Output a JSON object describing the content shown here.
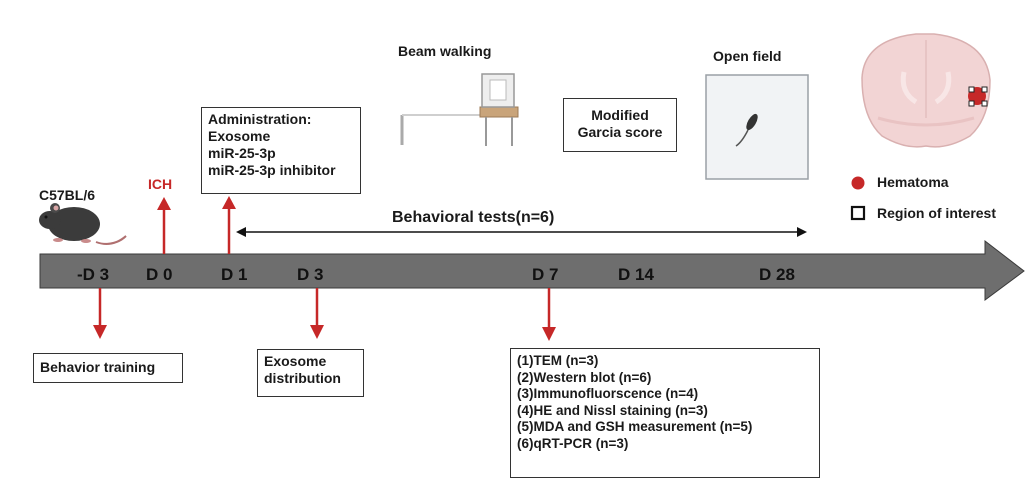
{
  "mouse_label": "C57BL/6",
  "ich_label": "ICH",
  "administration": {
    "title": "Administration:",
    "items": [
      "Exosome",
      "miR-25-3p",
      "miR-25-3p inhibitor"
    ]
  },
  "behavioral_tests_label": "Behavioral tests(n=6)",
  "beam_walking_label": "Beam walking",
  "garcia_label": [
    "Modified",
    "Garcia score"
  ],
  "open_field_label": "Open field",
  "legend": {
    "hematoma": "Hematoma",
    "roi": "Region of interest"
  },
  "timeline_days": [
    "-D 3",
    "D 0",
    "D 1",
    "D 3",
    "D 7",
    "D 14",
    "D 28"
  ],
  "behavior_training_label": "Behavior training",
  "exosome_distribution_label": [
    "Exosome",
    "distribution"
  ],
  "d7_tests": [
    "(1)TEM (n=3)",
    "(2)Western blot (n=6)",
    "(3)Immunofluorscence (n=4)",
    "(4)HE and Nissl staining (n=3)",
    "(5)MDA and GSH measurement (n=5)",
    "(6)qRT-PCR (n=3)"
  ],
  "colors": {
    "arrow_red": "#c62828",
    "timeline_gray": "#6e6e6e",
    "hematoma_red": "#c62828"
  }
}
